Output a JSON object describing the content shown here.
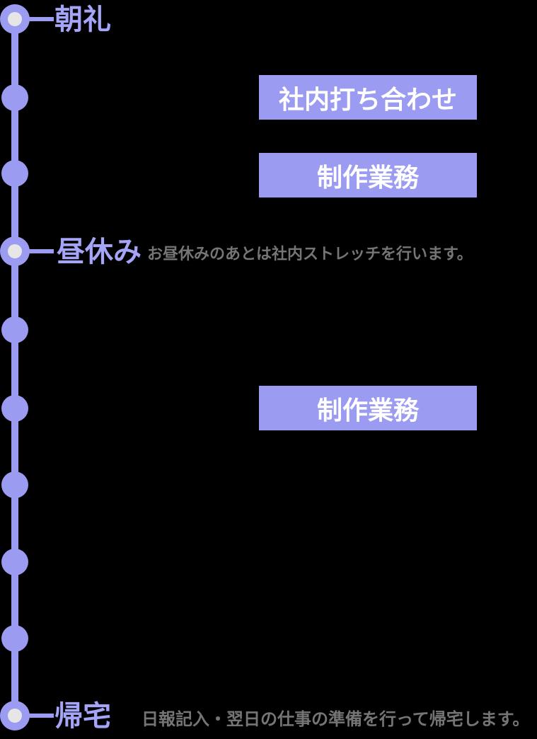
{
  "colors": {
    "accent": "#9b9bf2",
    "label_text": "#a5a5f8",
    "box_fill": "#9b9bf2",
    "box_text": "#ffffff",
    "node_core": "#e6e6e6",
    "description_text": "#757575",
    "background": "#000000"
  },
  "timeline": {
    "events": [
      {
        "label": "朝礼",
        "description": ""
      },
      {
        "label": "昼休み",
        "description": "お昼休みのあとは社内ストレッチを行います。"
      },
      {
        "label": "帰宅",
        "description": "日報記入・翌日の仕事の準備を行って帰宅します。"
      }
    ],
    "nodes": [
      {
        "type": "major"
      },
      {
        "type": "minor"
      },
      {
        "type": "minor"
      },
      {
        "type": "major"
      },
      {
        "type": "minor"
      },
      {
        "type": "minor"
      },
      {
        "type": "minor"
      },
      {
        "type": "minor"
      },
      {
        "type": "minor"
      },
      {
        "type": "major"
      }
    ]
  },
  "tasks": [
    {
      "label": "社内打ち合わせ"
    },
    {
      "label": "制作業務"
    },
    {
      "label": "制作業務"
    }
  ]
}
